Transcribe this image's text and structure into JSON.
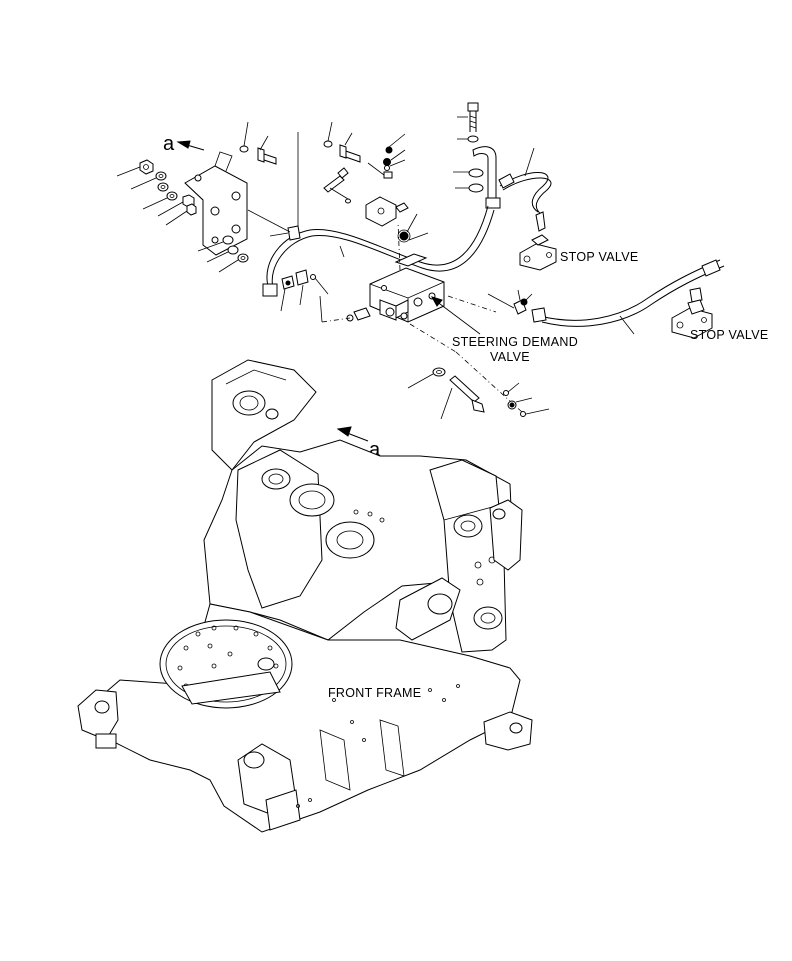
{
  "labels": {
    "stop_valve_1": "STOP VALVE",
    "stop_valve_2": "STOP VALVE",
    "steering_demand_line1": "STEERING DEMAND",
    "steering_demand_line2": "VALVE",
    "front_frame": "FRONT FRAME",
    "ref_a_top": "a",
    "ref_a_frame": "a"
  }
}
